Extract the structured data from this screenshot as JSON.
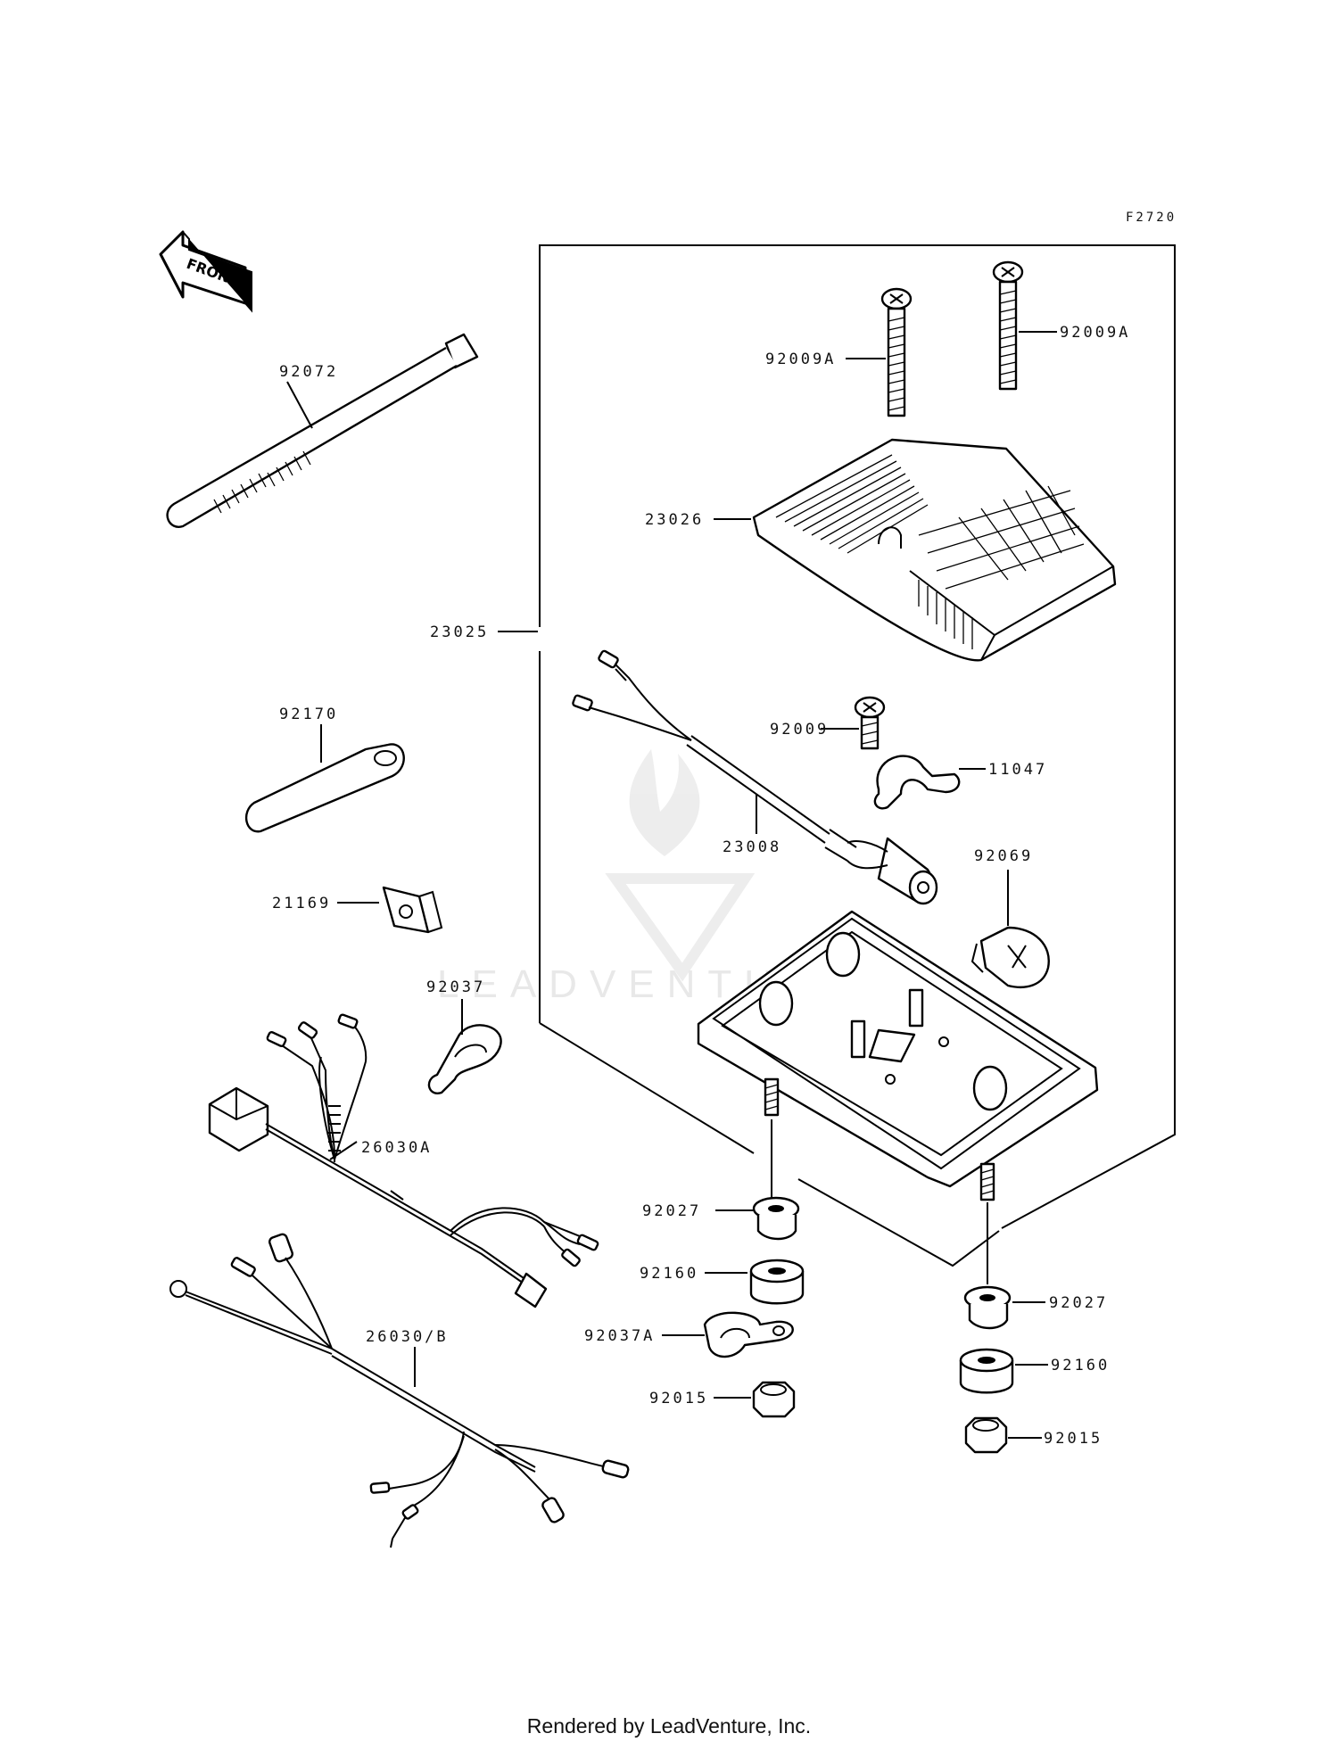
{
  "diagram": {
    "code": "F2720",
    "front_label": "FRONT",
    "watermark": "LEADVENTURE",
    "footer": "Rendered by LeadVenture, Inc.",
    "parts": [
      {
        "id": "p92072",
        "label": "92072"
      },
      {
        "id": "p92170",
        "label": "92170"
      },
      {
        "id": "p21169",
        "label": "21169"
      },
      {
        "id": "p92037",
        "label": "92037"
      },
      {
        "id": "p26030a",
        "label": "26030A"
      },
      {
        "id": "p26030b",
        "label": "26030/B"
      },
      {
        "id": "p23025",
        "label": "23025"
      },
      {
        "id": "p92009a_1",
        "label": "92009A"
      },
      {
        "id": "p92009a_2",
        "label": "92009A"
      },
      {
        "id": "p23026",
        "label": "23026"
      },
      {
        "id": "p92009",
        "label": "92009"
      },
      {
        "id": "p11047",
        "label": "11047"
      },
      {
        "id": "p23008",
        "label": "23008"
      },
      {
        "id": "p92069",
        "label": "92069"
      },
      {
        "id": "p92027_1",
        "label": "92027"
      },
      {
        "id": "p92160_1",
        "label": "92160"
      },
      {
        "id": "p92037a",
        "label": "92037A"
      },
      {
        "id": "p92015_1",
        "label": "92015"
      },
      {
        "id": "p92027_2",
        "label": "92027"
      },
      {
        "id": "p92160_2",
        "label": "92160"
      },
      {
        "id": "p92015_2",
        "label": "92015"
      }
    ]
  }
}
